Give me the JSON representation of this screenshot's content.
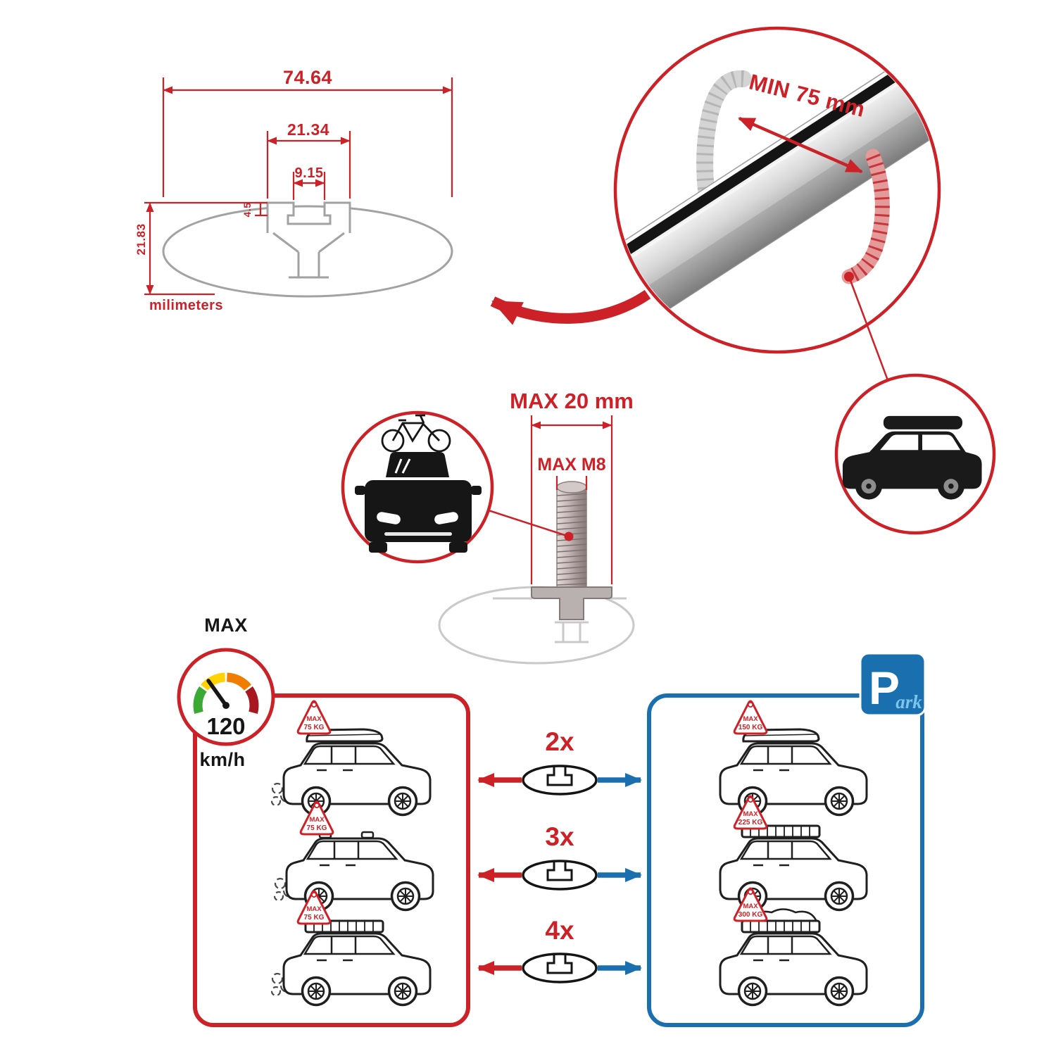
{
  "meta": {
    "description": "Roof rack aluminum crossbar specification infographic"
  },
  "colors": {
    "red": "#cc2127",
    "blue": "#1a6fae",
    "light_blue": "#7cc4ea",
    "gray": "#a2a2a2"
  },
  "profile_diagram": {
    "width_total": "74.64",
    "width_slot_outer": "21.34",
    "width_slot_inner": "9.15",
    "depth_lip": "4.5",
    "height_total": "21.83",
    "units": "milimeters"
  },
  "bar_detail": {
    "min_span": "MIN 75 mm"
  },
  "bolt_detail": {
    "max_length": "MAX 20 mm",
    "max_thread": "MAX M8"
  },
  "speedometer": {
    "label": "MAX",
    "value": "120",
    "units": "km/h"
  },
  "parking_sign": {
    "letter": "P",
    "suffix": "ark"
  },
  "multipliers": [
    "2x",
    "3x",
    "4x"
  ],
  "driving_cars": [
    {
      "tag_line1": "MAX",
      "tag_line2": "75 KG"
    },
    {
      "tag_line1": "MAX",
      "tag_line2": "75 KG"
    },
    {
      "tag_line1": "MAX",
      "tag_line2": "75 KG"
    }
  ],
  "parked_cars": [
    {
      "tag_line1": "MAX",
      "tag_line2": "150 KG"
    },
    {
      "tag_line1": "MAX",
      "tag_line2": "225 KG"
    },
    {
      "tag_line1": "MAX",
      "tag_line2": "300 KG"
    }
  ]
}
